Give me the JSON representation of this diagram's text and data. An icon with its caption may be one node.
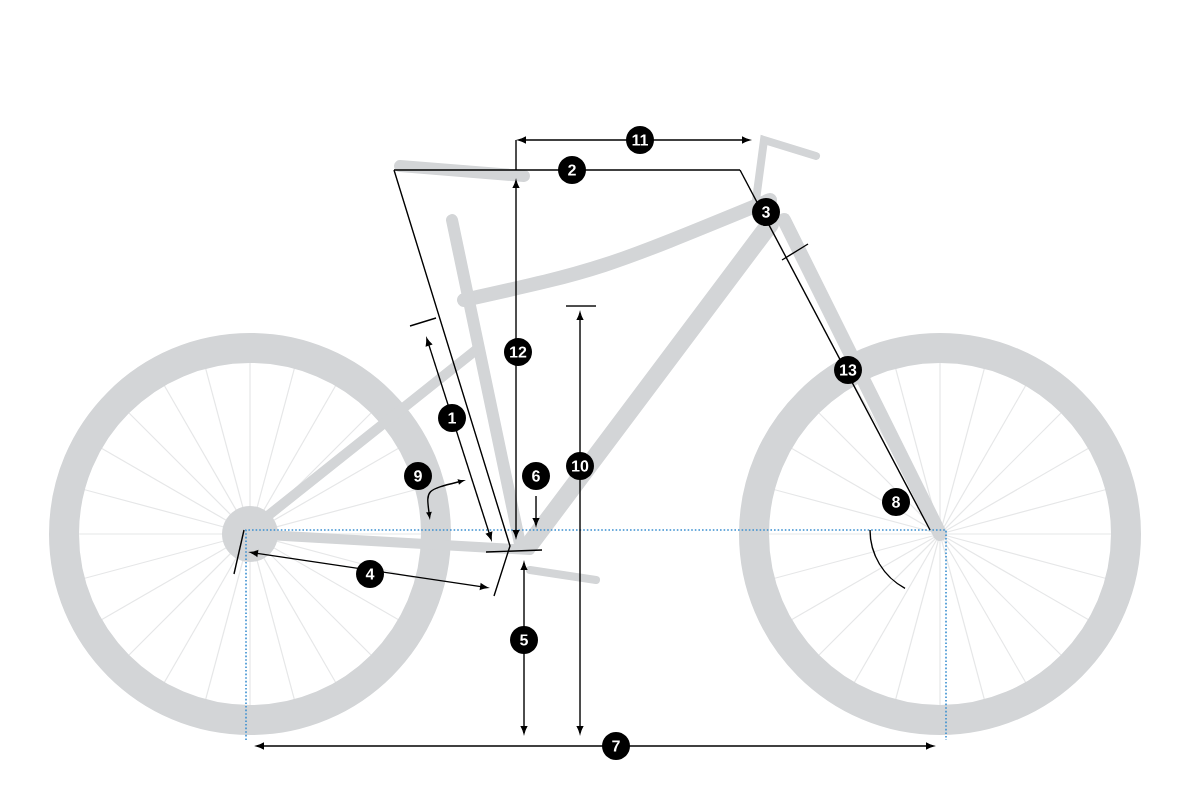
{
  "diagram": {
    "labels": [
      "11",
      "2",
      "3",
      "12",
      "13",
      "10",
      "1",
      "9",
      "6",
      "8",
      "4",
      "5",
      "7"
    ]
  }
}
